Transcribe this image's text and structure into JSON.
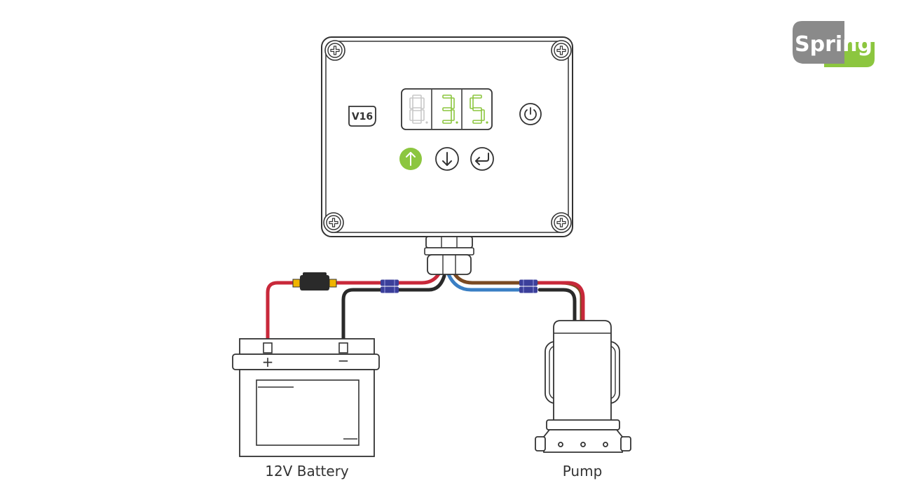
{
  "brand": {
    "logo_text": "Spring",
    "green": "#8cc63f",
    "grey": "#8a8a8a"
  },
  "controller": {
    "model_label": "V16",
    "display": {
      "digits": [
        "8",
        "3",
        "5"
      ],
      "lit": [
        false,
        true,
        true
      ]
    },
    "buttons": [
      {
        "icon": "arrow-up-icon",
        "active": true
      },
      {
        "icon": "arrow-down-icon",
        "active": false
      },
      {
        "icon": "enter-icon",
        "active": false
      }
    ],
    "power_icon": "power-icon"
  },
  "battery": {
    "label": "12V Battery",
    "pos_symbol": "+",
    "neg_symbol": "−"
  },
  "pump": {
    "label": "Pump"
  },
  "wire_colors": {
    "red": "#c8283a",
    "black": "#2a2a2a",
    "brown": "#7a4a22",
    "blue": "#3a7fc4",
    "connector": "#3b3f9a",
    "fuse_terminal": "#f0b400"
  }
}
